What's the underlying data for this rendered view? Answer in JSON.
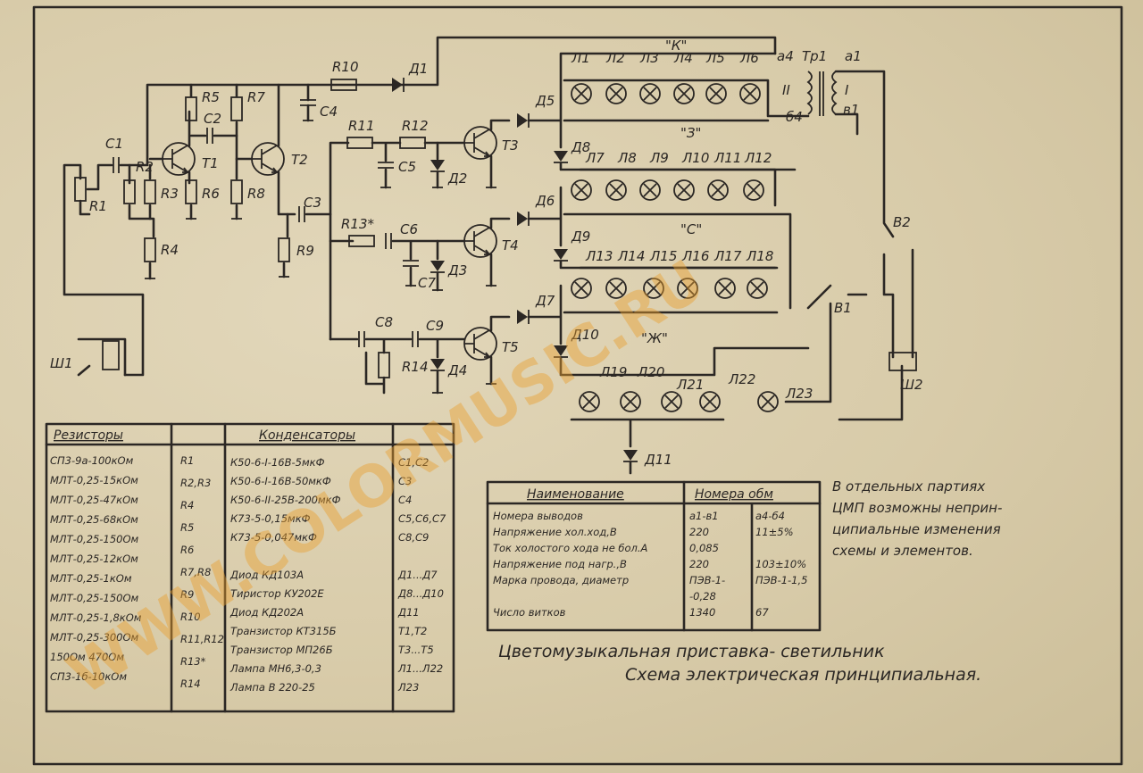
{
  "labels": {
    "R1": "R1",
    "R2": "R2",
    "R3": "R3",
    "R4": "R4",
    "R5": "R5",
    "R6": "R6",
    "R7": "R7",
    "R8": "R8",
    "R9": "R9",
    "R10": "R10",
    "R11": "R11",
    "R12": "R12",
    "R13": "R13*",
    "R14": "R14",
    "C1": "C1",
    "C2": "C2",
    "C3": "C3",
    "C4": "C4",
    "C5": "C5",
    "C6": "C6",
    "C7": "C7",
    "C8": "C8",
    "C9": "C9",
    "T1": "T1",
    "T2": "T2",
    "T3": "T3",
    "T4": "T4",
    "T5": "T5",
    "D1": "Д1",
    "D2": "Д2",
    "D3": "Д3",
    "D4": "Д4",
    "D5": "Д5",
    "D6": "Д6",
    "D7": "Д7",
    "D8": "Д8",
    "D9": "Д9",
    "D10": "Д10",
    "D11": "Д11",
    "L1": "Л1",
    "L2": "Л2",
    "L3": "Л3",
    "L4": "Л4",
    "L5": "Л5",
    "L6": "Л6",
    "L7": "Л7",
    "L8": "Л8",
    "L9": "Л9",
    "L10": "Л10",
    "L11": "Л11",
    "L12": "Л12",
    "L13": "Л13",
    "L14": "Л14",
    "L15": "Л15",
    "L16": "Л16",
    "L17": "Л17",
    "L18": "Л18",
    "L19": "Л19",
    "L20": "Л20",
    "L21": "Л21",
    "L22": "Л22",
    "L23": "Л23",
    "tr1": "Тр1",
    "a1": "а1",
    "a4": "а4",
    "b1": "в1",
    "b4": "б4",
    "wI": "I",
    "wII": "II",
    "group_k": "\"К\"",
    "group_z": "\"З\"",
    "group_s": "\"С\"",
    "group_zh": "\"Ж\"",
    "sh1": "Ш1",
    "sh2": "Ш2",
    "v1": "В1",
    "v2": "В2"
  },
  "parts_table": {
    "col1_header": "Резисторы",
    "col3_header": "Конденсаторы",
    "col1": [
      "СП3-9а-100кОм",
      "МЛТ-0,25-15кОм",
      "МЛТ-0,25-47кОм",
      "МЛТ-0,25-68кОм",
      "МЛТ-0,25-150Ом",
      "МЛТ-0,25-12кОм",
      "МЛТ-0,25-1кОм",
      "МЛТ-0,25-150Ом",
      "МЛТ-0,25-1,8кОм",
      "МЛТ-0,25-300Ом",
      "150Ом 470Ом",
      "СП3-1б-10кОм"
    ],
    "col2": [
      "R1",
      "R2,R3",
      "R4",
      "R5",
      "R6",
      "R7,R8",
      "R9",
      "R10",
      "R11,R12",
      "R13*",
      "R14"
    ],
    "col3": [
      "К50-6-I-16В-5мкФ",
      "К50-6-I-16В-50мкФ",
      "К50-6-II-25В-200мкФ",
      "К73-5-0,15мкФ",
      "К73-5-0,047мкФ",
      "",
      "Диод КД103А",
      "Тиристор КУ202Е",
      "Диод КД202А",
      "Транзистор КТ315Б",
      "Транзистор МП26Б",
      "Лампа МН6,3-0,3",
      "Лампа В 220-25"
    ],
    "col4": [
      "С1,С2",
      "С3",
      "С4",
      "С5,С6,С7",
      "С8,С9",
      "",
      "Д1...Д7",
      "Д8...Д10",
      "Д11",
      "Т1,Т2",
      "Т3...Т5",
      "Л1...Л22",
      "Л23"
    ]
  },
  "transformer_table": {
    "header_name": "Наименование",
    "header_numbers": "Номера обм",
    "rows": [
      [
        "Номера выводов",
        "а1-в1",
        "а4-б4"
      ],
      [
        "Напряжение хол.ход,В",
        "220",
        "11±5%"
      ],
      [
        "Ток холостого хода не бол.А",
        "0,085",
        ""
      ],
      [
        "Напряжение под нагр.,В",
        "220",
        "103±10%"
      ],
      [
        "Марка провода, диаметр",
        "ПЭВ-1-",
        "ПЭВ-1-1,5"
      ],
      [
        "",
        "-0,28",
        ""
      ],
      [
        "Число витков",
        "1340",
        "67"
      ]
    ]
  },
  "note": [
    "В отдельных партиях",
    "ЦМП возможны неприн-",
    "ципиальные изменения",
    "схемы и элементов."
  ],
  "caption": [
    "Цветомузыкальная приставка- светильник",
    "Схема электрическая принципиальная."
  ],
  "watermark": "WWW.COLORMUSIC.RU",
  "colors": {
    "paper": "#d9ccab",
    "ink": "#2b2724"
  }
}
